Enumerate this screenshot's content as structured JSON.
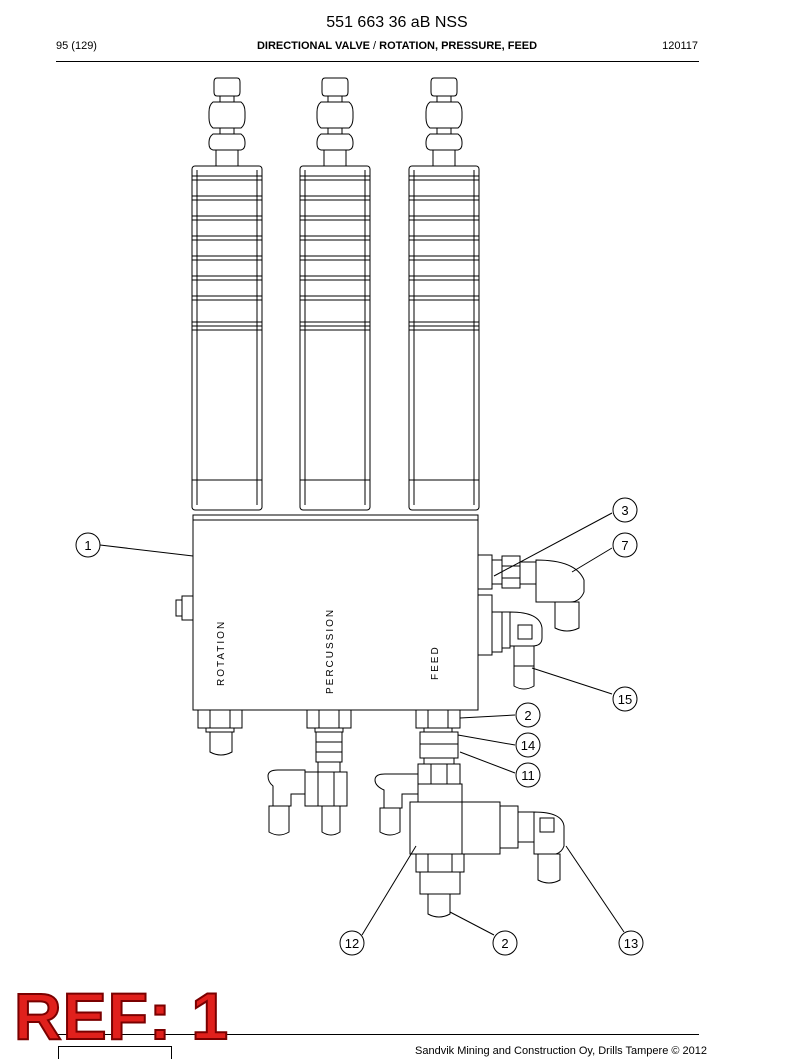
{
  "header": {
    "doc_number": "551 663 36 aB NSS",
    "page": "95 (129)",
    "title_main": "DIRECTIONAL VALVE",
    "title_sep": " / ",
    "title_sub": "ROTATION, PRESSURE, FEED",
    "date_code": "120117"
  },
  "diagram": {
    "block_labels": [
      "ROTATION",
      "PERCUSSION",
      "FEED"
    ],
    "callouts": [
      "1",
      "3",
      "7",
      "15",
      "2",
      "14",
      "11",
      "12",
      "2",
      "13"
    ]
  },
  "stamp": "REF: 1",
  "footer": {
    "copyright": "Sandvik Mining and Construction Oy, Drills Tampere © 2012"
  }
}
